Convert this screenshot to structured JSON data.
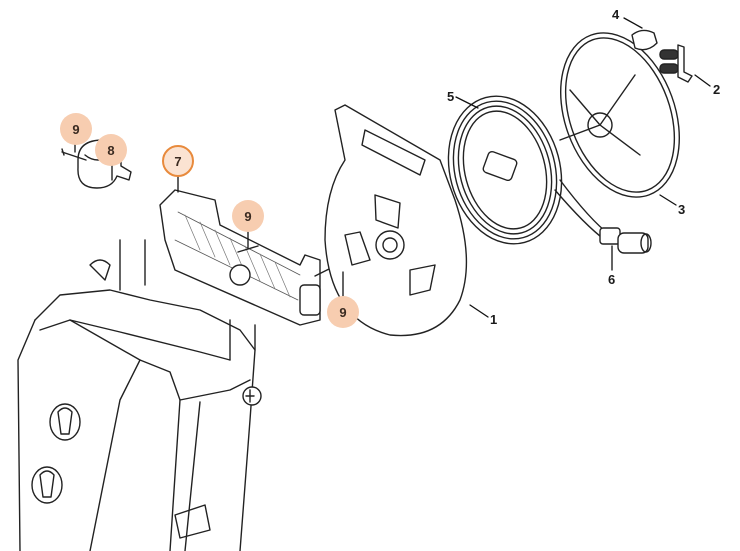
{
  "diagram": {
    "type": "exploded-parts-diagram",
    "highlight_color": "#f7cdb0",
    "selected_outline_color": "#e88a3c",
    "selected_part": "7",
    "parts": [
      {
        "id": "1",
        "label": "1",
        "name": "hose reel housing",
        "highlighted": false
      },
      {
        "id": "2",
        "label": "2",
        "name": "connector clip",
        "highlighted": false
      },
      {
        "id": "3",
        "label": "3",
        "name": "reel drum",
        "highlighted": false
      },
      {
        "id": "4",
        "label": "4",
        "name": "knob",
        "highlighted": false
      },
      {
        "id": "5",
        "label": "5",
        "name": "hose",
        "highlighted": false
      },
      {
        "id": "6",
        "label": "6",
        "name": "hose coupling",
        "highlighted": false
      },
      {
        "id": "7",
        "label": "7",
        "name": "bracket",
        "highlighted": true,
        "selected": true
      },
      {
        "id": "8",
        "label": "8",
        "name": "clamp",
        "highlighted": true
      },
      {
        "id": "9a",
        "label": "9",
        "name": "screw",
        "highlighted": true
      },
      {
        "id": "9b",
        "label": "9",
        "name": "screw",
        "highlighted": true
      },
      {
        "id": "9c",
        "label": "9",
        "name": "screw",
        "highlighted": true
      }
    ]
  }
}
